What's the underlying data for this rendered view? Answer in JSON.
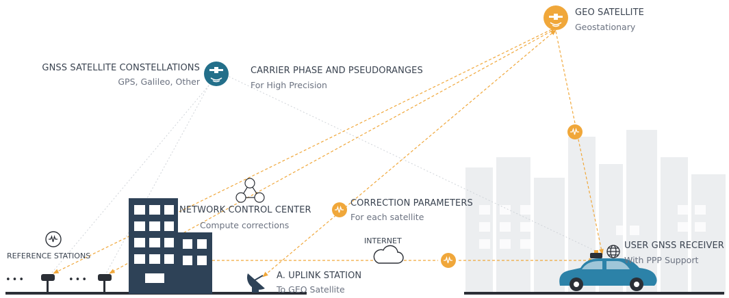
{
  "labels": {
    "geo_title": "GEO SATELLITE",
    "geo_sub": "Geostationary",
    "gnss_title": "GNSS SATELLITE CONSTELLATIONS",
    "gnss_sub": "GPS, Galileo, Other",
    "carrier_title": "CARRIER PHASE AND PSEUDORANGES",
    "carrier_sub": "For High Precision",
    "ncc_title": "NETWORK CONTROL CENTER",
    "ncc_sub": "Compute corrections",
    "corr_title": "CORRECTION PARAMETERS",
    "corr_sub": "For each satellite",
    "internet": "INTERNET",
    "ref_stations": "REFERENCE STATIONS",
    "uplink_title": "A. UPLINK STATION",
    "uplink_sub": "To GEO Satellite",
    "user_title": "USER GNSS RECEIVER",
    "user_sub": "With PPP Support",
    "ellipsis": "•••"
  },
  "colors": {
    "orange": "#f0a73a",
    "teal": "#236f8a",
    "navy": "#2e4257",
    "car": "#2c82a8",
    "ground": "#2b2f36",
    "ghost": "#eceef0",
    "dotted_grey": "#cfd3d8"
  }
}
